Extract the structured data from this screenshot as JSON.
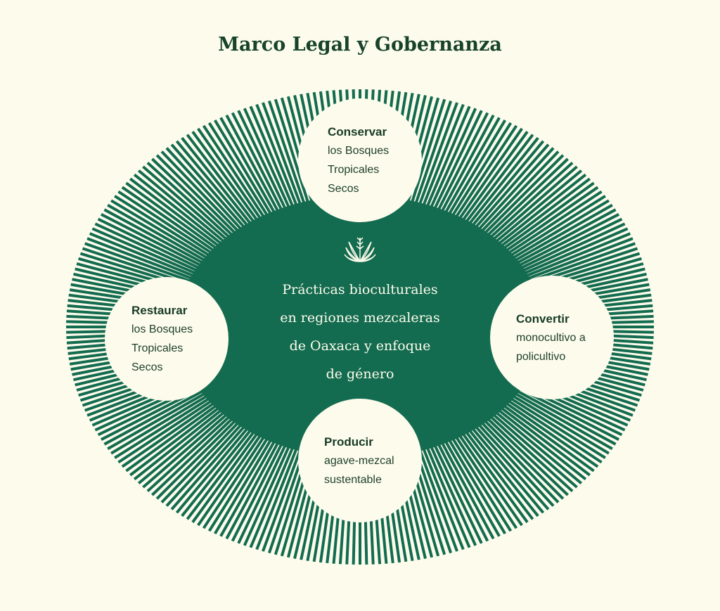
{
  "title": "Marco Legal y Gobernanza",
  "center": {
    "icon": "agave-icon",
    "lines": [
      "Prácticas bioculturales",
      "en regiones mezcaleras",
      "de Oaxaca y enfoque",
      "de género"
    ]
  },
  "nodes": {
    "top": {
      "heading": "Conservar",
      "lines": [
        "los Bosques",
        "Tropicales",
        "Secos"
      ]
    },
    "left": {
      "heading": "Restaurar",
      "lines": [
        "los Bosques",
        "Tropicales",
        "Secos"
      ]
    },
    "right": {
      "heading": "Convertir",
      "lines": [
        "monocultivo a",
        "policultivo"
      ]
    },
    "bottom": {
      "heading": "Producir",
      "lines": [
        "agave-mezcal",
        "sustentable"
      ]
    }
  },
  "colors": {
    "green": "#136b50",
    "background": "#fdfcec",
    "text": "#17432b"
  }
}
